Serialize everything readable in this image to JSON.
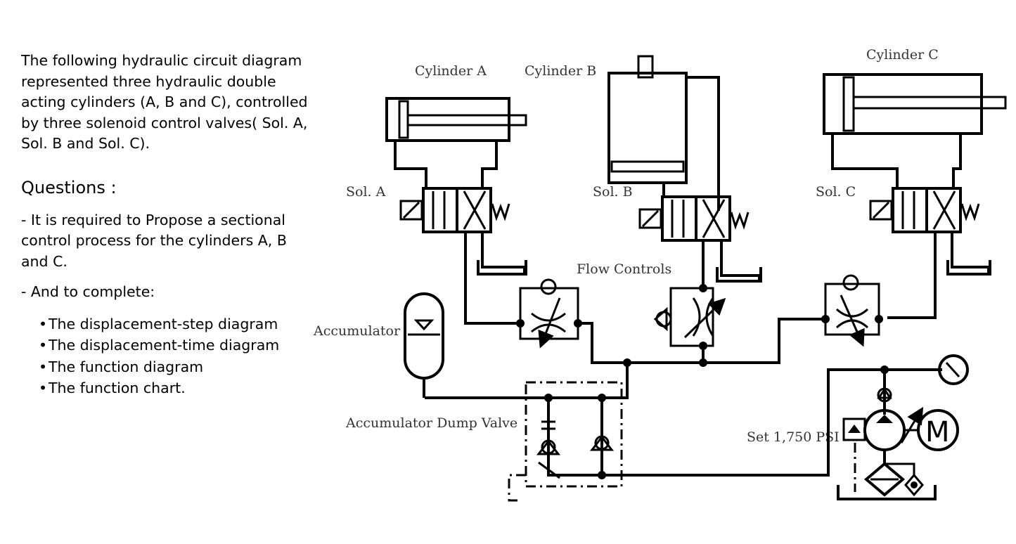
{
  "text": {
    "intro": "The following hydraulic circuit diagram represented three hydraulic double acting cylinders (A, B and C), controlled by three solenoid control valves( Sol. A, Sol. B and Sol. C).",
    "questions_title": "Questions :",
    "requirement": "- It is required to Propose a sectional control process  for the cylinders A, B and C.",
    "complete_intro": "- And to complete:",
    "items": [
      "The displacement-step diagram",
      "The displacement-time diagram",
      "The function diagram",
      "The function chart."
    ]
  },
  "diagram": {
    "labels": {
      "cylinder_a": "Cylinder A",
      "cylinder_b": "Cylinder B",
      "cylinder_c": "Cylinder C",
      "sol_a": "Sol. A",
      "sol_b": "Sol. B",
      "sol_c": "Sol. C",
      "flow_controls": "Flow Controls",
      "accumulator": "Accumulator",
      "dump_valve": "Accumulator Dump Valve",
      "set_pressure": "Set 1,750 PSI"
    },
    "icons": [
      "double-acting-cylinder",
      "solenoid-valve",
      "flow-control",
      "accumulator",
      "pressure-gauge",
      "pump",
      "motor",
      "filter"
    ],
    "colors": {
      "line": "#000000",
      "label": "#333333"
    }
  }
}
